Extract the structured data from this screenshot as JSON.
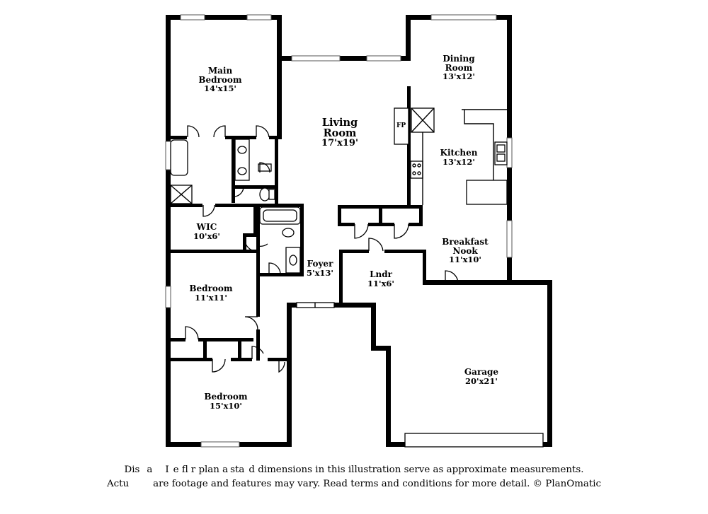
{
  "rooms": {
    "main_bedroom": {
      "name_line1": "Main",
      "name_line2": "Bedroom",
      "dims": "14'x15'"
    },
    "living_room": {
      "name_line1": "Living",
      "name_line2": "Room",
      "dims": "17'x19'"
    },
    "dining_room": {
      "name_line1": "Dining",
      "name_line2": "Room",
      "dims": "13'x12'"
    },
    "kitchen": {
      "name": "Kitchen",
      "dims": "13'x12'"
    },
    "breakfast_nook": {
      "name_line1": "Breakfast",
      "name_line2": "Nook",
      "dims": "11'x10'"
    },
    "wic": {
      "name": "WIC",
      "dims": "10'x6'"
    },
    "bedroom_2": {
      "name": "Bedroom",
      "dims": "11'x11'"
    },
    "bedroom_3": {
      "name": "Bedroom",
      "dims": "15'x10'"
    },
    "foyer": {
      "name": "Foyer",
      "dims": "5'x13'"
    },
    "laundry": {
      "name": "Lndr",
      "dims": "11'x6'"
    },
    "garage": {
      "name": "Garage",
      "dims": "20'x21'"
    }
  },
  "fireplace_label": "FP",
  "disclaimer": {
    "line1": "Dis",
    "line1_b": "a",
    "line1_c": "I",
    "line1_d": "e fl",
    "line1_e": "r plan a",
    "line1_f": "sta",
    "line1_g": "d dimensions in this illustration serve as approximate measurements.",
    "line2": "Actu",
    "line2_b": "are footage and features may vary. Read terms and conditions for more detail. © PlanOmatic"
  }
}
